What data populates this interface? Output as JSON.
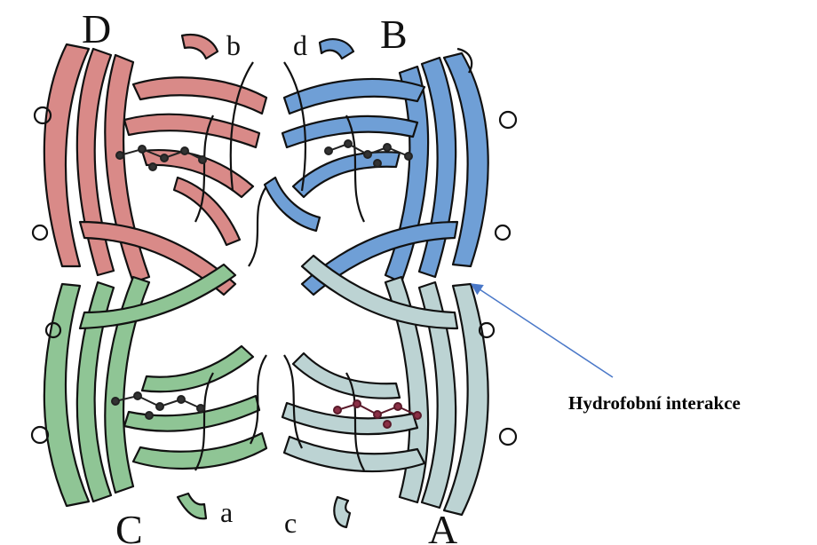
{
  "figure": {
    "subunits": [
      {
        "label": "D",
        "color": "#d98a88"
      },
      {
        "label": "B",
        "color": "#6f9fd6"
      },
      {
        "label": "C",
        "color": "#8fc595"
      },
      {
        "label": "A",
        "color": "#bcd3d3"
      }
    ],
    "chain_ends": [
      "b",
      "d",
      "a",
      "c"
    ],
    "heme_color": "#8b3046",
    "annotation": {
      "text": "Hydrofobní interakce",
      "arrow_color": "#4a78c8"
    }
  }
}
